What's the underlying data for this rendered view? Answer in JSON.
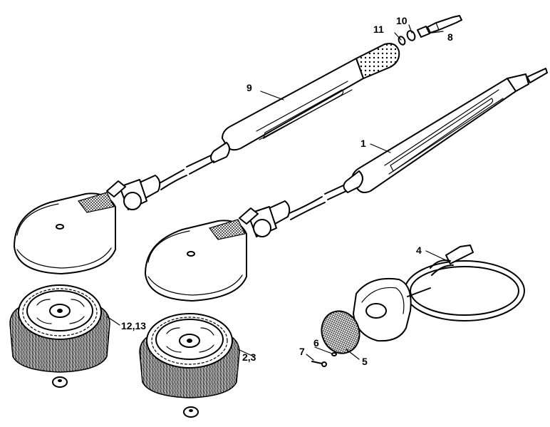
{
  "callouts": {
    "c1": "1",
    "c2_3": "2,3",
    "c4": "4",
    "c5": "5",
    "c6": "6",
    "c7": "7",
    "c8": "8",
    "c9": "9",
    "c10": "10",
    "c11": "11",
    "c12_13": "12,13"
  }
}
